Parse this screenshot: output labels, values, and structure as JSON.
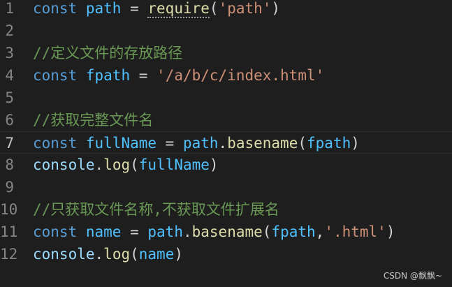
{
  "editor": {
    "lines": [
      {
        "num": "1",
        "tokens": [
          {
            "t": "const",
            "c": "kw"
          },
          {
            "t": " ",
            "c": "pn"
          },
          {
            "t": "path",
            "c": "var"
          },
          {
            "t": " = ",
            "c": "pn"
          },
          {
            "t": "require",
            "c": "fn",
            "dotted": true
          },
          {
            "t": "(",
            "c": "pn"
          },
          {
            "t": "'path'",
            "c": "str"
          },
          {
            "t": ")",
            "c": "pn"
          }
        ]
      },
      {
        "num": "2",
        "tokens": []
      },
      {
        "num": "3",
        "tokens": [
          {
            "t": "//定义文件的存放路径",
            "c": "cm"
          }
        ]
      },
      {
        "num": "4",
        "tokens": [
          {
            "t": "const",
            "c": "kw"
          },
          {
            "t": " ",
            "c": "pn"
          },
          {
            "t": "fpath",
            "c": "var"
          },
          {
            "t": " = ",
            "c": "pn"
          },
          {
            "t": "'/a/b/c/index.html'",
            "c": "str"
          }
        ]
      },
      {
        "num": "5",
        "tokens": []
      },
      {
        "num": "6",
        "tokens": [
          {
            "t": "//获取完整文件名",
            "c": "cm"
          }
        ]
      },
      {
        "num": "7",
        "current": true,
        "tokens": [
          {
            "t": "const",
            "c": "kw"
          },
          {
            "t": " ",
            "c": "pn"
          },
          {
            "t": "fullName",
            "c": "var"
          },
          {
            "t": " = ",
            "c": "pn"
          },
          {
            "t": "path",
            "c": "var"
          },
          {
            "t": ".",
            "c": "pn"
          },
          {
            "t": "basename",
            "c": "fn"
          },
          {
            "t": "(",
            "c": "pn"
          },
          {
            "t": "fpath",
            "c": "var"
          },
          {
            "t": ")",
            "c": "pn"
          }
        ]
      },
      {
        "num": "8",
        "tokens": [
          {
            "t": "console",
            "c": "vl"
          },
          {
            "t": ".",
            "c": "pn"
          },
          {
            "t": "log",
            "c": "fn"
          },
          {
            "t": "(",
            "c": "pn"
          },
          {
            "t": "fullName",
            "c": "var"
          },
          {
            "t": ")",
            "c": "pn"
          }
        ]
      },
      {
        "num": "9",
        "tokens": []
      },
      {
        "num": "10",
        "tokens": [
          {
            "t": "//只获取文件名称,不获取文件扩展名",
            "c": "cm"
          }
        ]
      },
      {
        "num": "11",
        "tokens": [
          {
            "t": "const",
            "c": "kw"
          },
          {
            "t": " ",
            "c": "pn"
          },
          {
            "t": "name",
            "c": "var"
          },
          {
            "t": " = ",
            "c": "pn"
          },
          {
            "t": "path",
            "c": "var"
          },
          {
            "t": ".",
            "c": "pn"
          },
          {
            "t": "basename",
            "c": "fn"
          },
          {
            "t": "(",
            "c": "pn"
          },
          {
            "t": "fpath",
            "c": "var"
          },
          {
            "t": ",",
            "c": "pn"
          },
          {
            "t": "'.html'",
            "c": "str"
          },
          {
            "t": ")",
            "c": "pn"
          }
        ]
      },
      {
        "num": "12",
        "tokens": [
          {
            "t": "console",
            "c": "vl"
          },
          {
            "t": ".",
            "c": "pn"
          },
          {
            "t": "log",
            "c": "fn"
          },
          {
            "t": "(",
            "c": "pn"
          },
          {
            "t": "name",
            "c": "var"
          },
          {
            "t": ")",
            "c": "pn"
          }
        ]
      }
    ]
  },
  "watermark": "CSDN @飘飘~",
  "colors": {
    "background": "#1e1e1e",
    "keyword": "#569cd6",
    "variable": "#4fc1ff",
    "function": "#dcdcaa",
    "string": "#ce9178",
    "comment": "#6a9955",
    "punctuation": "#d4d4d4",
    "line_number": "#858585"
  }
}
